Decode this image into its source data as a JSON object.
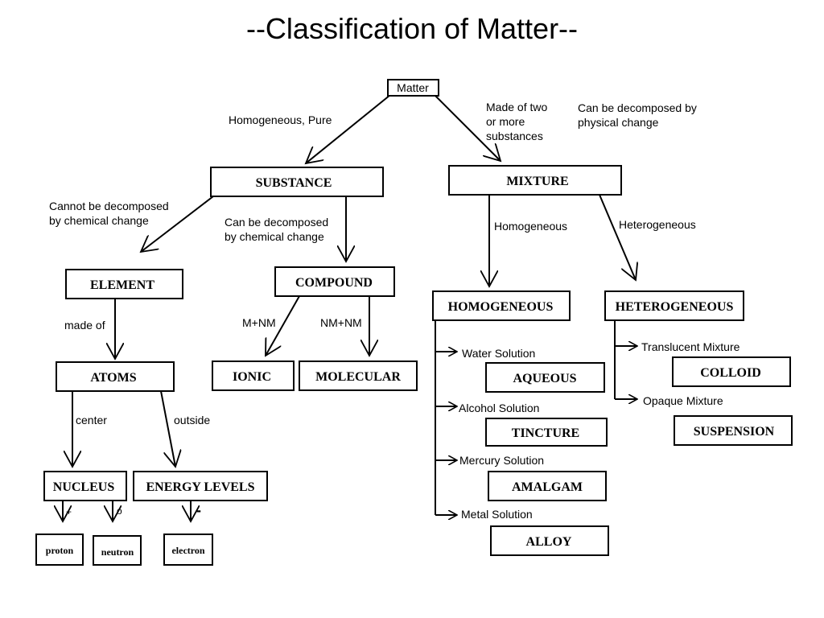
{
  "title": "--Classification of Matter--",
  "nodes": {
    "matter": "Matter",
    "substance": "SUBSTANCE",
    "mixture": "MIXTURE",
    "element": "ELEMENT",
    "compound": "COMPOUND",
    "homogeneous": "HOMOGENEOUS",
    "heterogeneous": "HETEROGENEOUS",
    "atoms": "ATOMS",
    "ionic": "IONIC",
    "molecular": "MOLECULAR",
    "nucleus": "NUCLEUS",
    "energy_levels": "ENERGY LEVELS",
    "proton": "proton",
    "neutron": "neutron",
    "electron": "electron",
    "aqueous": "AQUEOUS",
    "tincture": "TINCTURE",
    "amalgam": "AMALGAM",
    "alloy": "ALLOY",
    "colloid": "COLLOID",
    "suspension": "SUSPENSION"
  },
  "labels": {
    "homogeneous_pure": "Homogeneous, Pure",
    "made_of_two": [
      "Made of two",
      "or more",
      "substances"
    ],
    "physical_change": [
      "Can be decomposed by",
      "physical change"
    ],
    "cannot_decompose": [
      "Cannot be decomposed",
      "by chemical change"
    ],
    "can_decompose": [
      "Can be decomposed",
      "by chemical change"
    ],
    "mix_homogeneous": "Homogeneous",
    "mix_heterogeneous": "Heterogeneous",
    "made_of": "made of",
    "m_nm": "M+NM",
    "nm_nm": "NM+NM",
    "center": "center",
    "outside": "outside",
    "plus": "+",
    "zero": "o",
    "minus": "-",
    "water_solution": "Water Solution",
    "alcohol_solution": "Alcohol Solution",
    "mercury_solution": "Mercury Solution",
    "metal_solution": "Metal Solution",
    "translucent_mixture": "Translucent Mixture",
    "opaque_mixture": "Opaque Mixture"
  }
}
